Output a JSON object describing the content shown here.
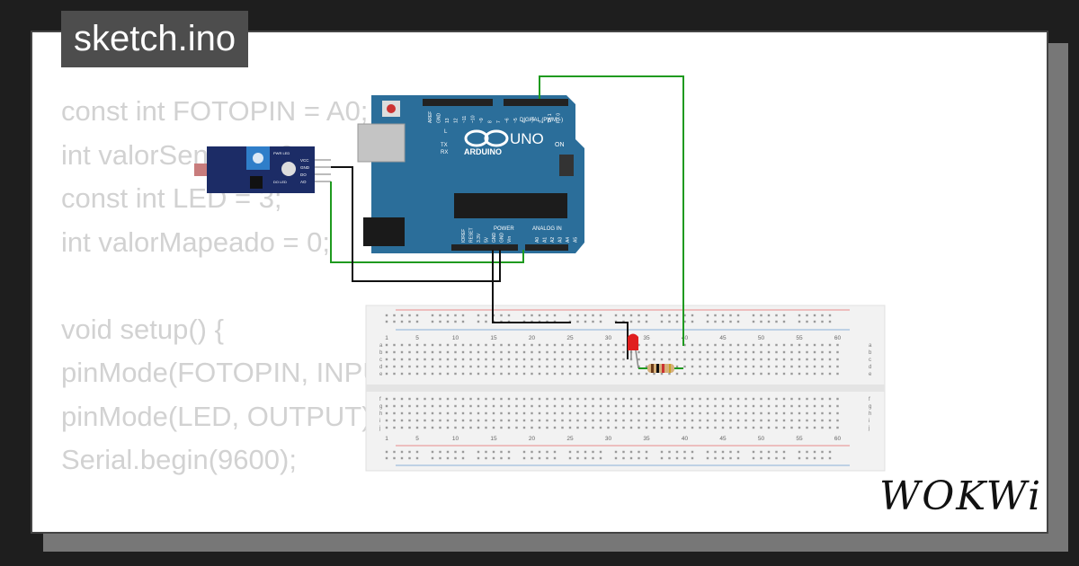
{
  "window": {
    "title": "sketch.ino"
  },
  "code_lines": [
    "const int FOTOPIN = A0;",
    "int valorSensor = 0;",
    "const int LED = 3;",
    "int valorMapeado = 0;",
    "",
    "void setup() {",
    "pinMode(FOTOPIN, INPUT);",
    "pinMode(LED, OUTPUT);",
    "Serial.begin(9600);",
    "",
    "}"
  ],
  "arduino": {
    "brand": "ARDUINO",
    "model": "UNO",
    "digital_header": "DIGITAL (PWM ~)",
    "on_label": "ON",
    "l_label": "L",
    "tx_label": "TX",
    "rx_label": "RX",
    "power_label": "POWER",
    "analog_label": "ANALOG IN",
    "digital_pins": [
      "AREF",
      "GND",
      "13",
      "12",
      "~11",
      "~10",
      "~9",
      "8",
      "7",
      "~6",
      "~5",
      "4",
      "~3",
      "2",
      "TX 1",
      "RX 0"
    ],
    "power_pins": [
      "IOREF",
      "RESET",
      "3.3V",
      "5V",
      "GND",
      "GND",
      "Vin"
    ],
    "analog_pins": [
      "A0",
      "A1",
      "A2",
      "A3",
      "A4",
      "A5"
    ]
  },
  "sensor_module": {
    "pin_labels": [
      "VCC",
      "GND",
      "DO",
      "AO"
    ],
    "led_labels": [
      "PWR LED",
      "DO LED"
    ]
  },
  "breadboard": {
    "column_numbers": [
      "1",
      "5",
      "10",
      "15",
      "20",
      "25",
      "30",
      "35",
      "40",
      "45",
      "50",
      "55",
      "60"
    ],
    "row_letters_top": [
      "a",
      "b",
      "c",
      "d",
      "e"
    ],
    "row_letters_bottom": [
      "f",
      "g",
      "h",
      "i",
      "j"
    ]
  },
  "colors": {
    "arduino_blue": "#2b6e9a",
    "wire_green": "#1f9a1f",
    "wire_black": "#111111",
    "led_red": "#e01e1e",
    "rail_red": "#e88a8a",
    "rail_blue": "#8ab0d8"
  },
  "brand": {
    "logo_text": "WOKWi"
  }
}
